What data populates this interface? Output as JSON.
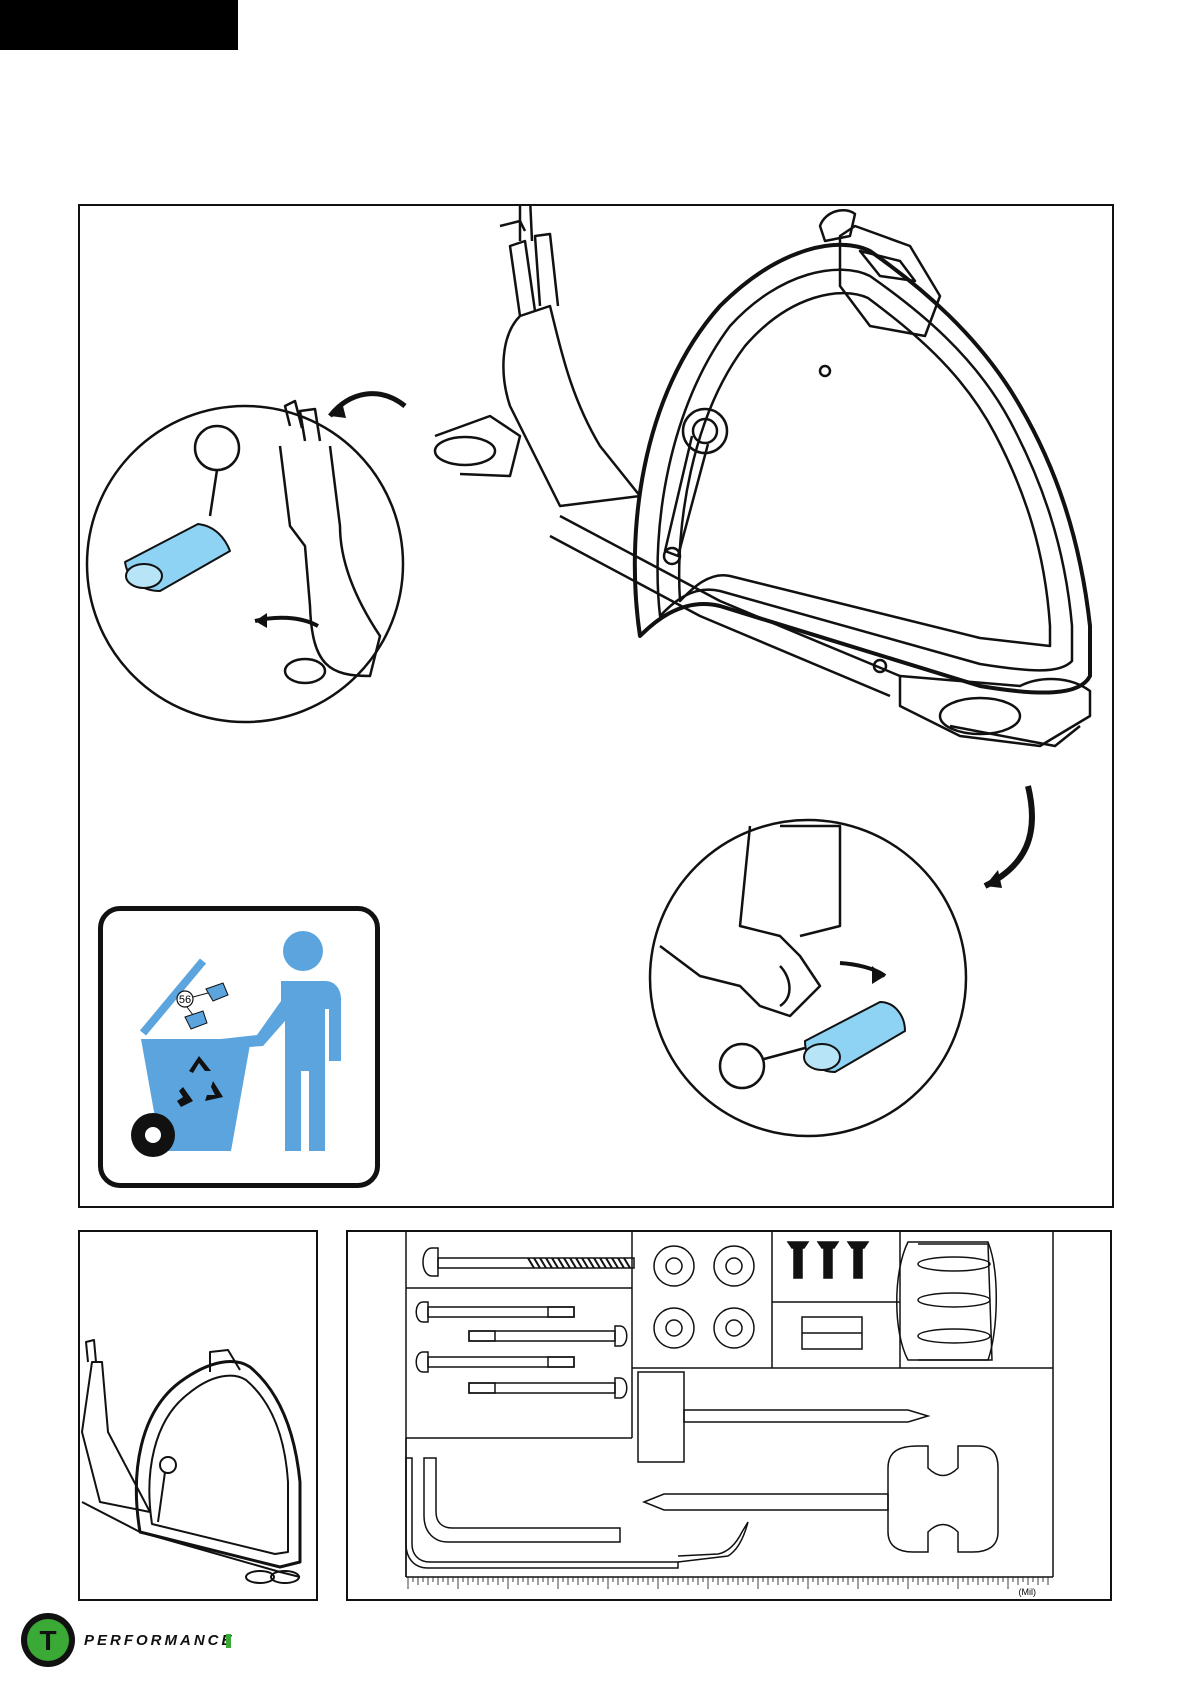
{
  "recycle_panel": {
    "part_label": "56"
  },
  "ruler": {
    "unit_label": "(Mil)"
  },
  "footer": {
    "brand_name": "PERFORMANCE",
    "logo_letter": "T"
  },
  "colors": {
    "part_blue": "#8ed3f3",
    "recycle_blue": "#5ba4dd",
    "accent_green": "#3aa935",
    "line": "#111111"
  }
}
